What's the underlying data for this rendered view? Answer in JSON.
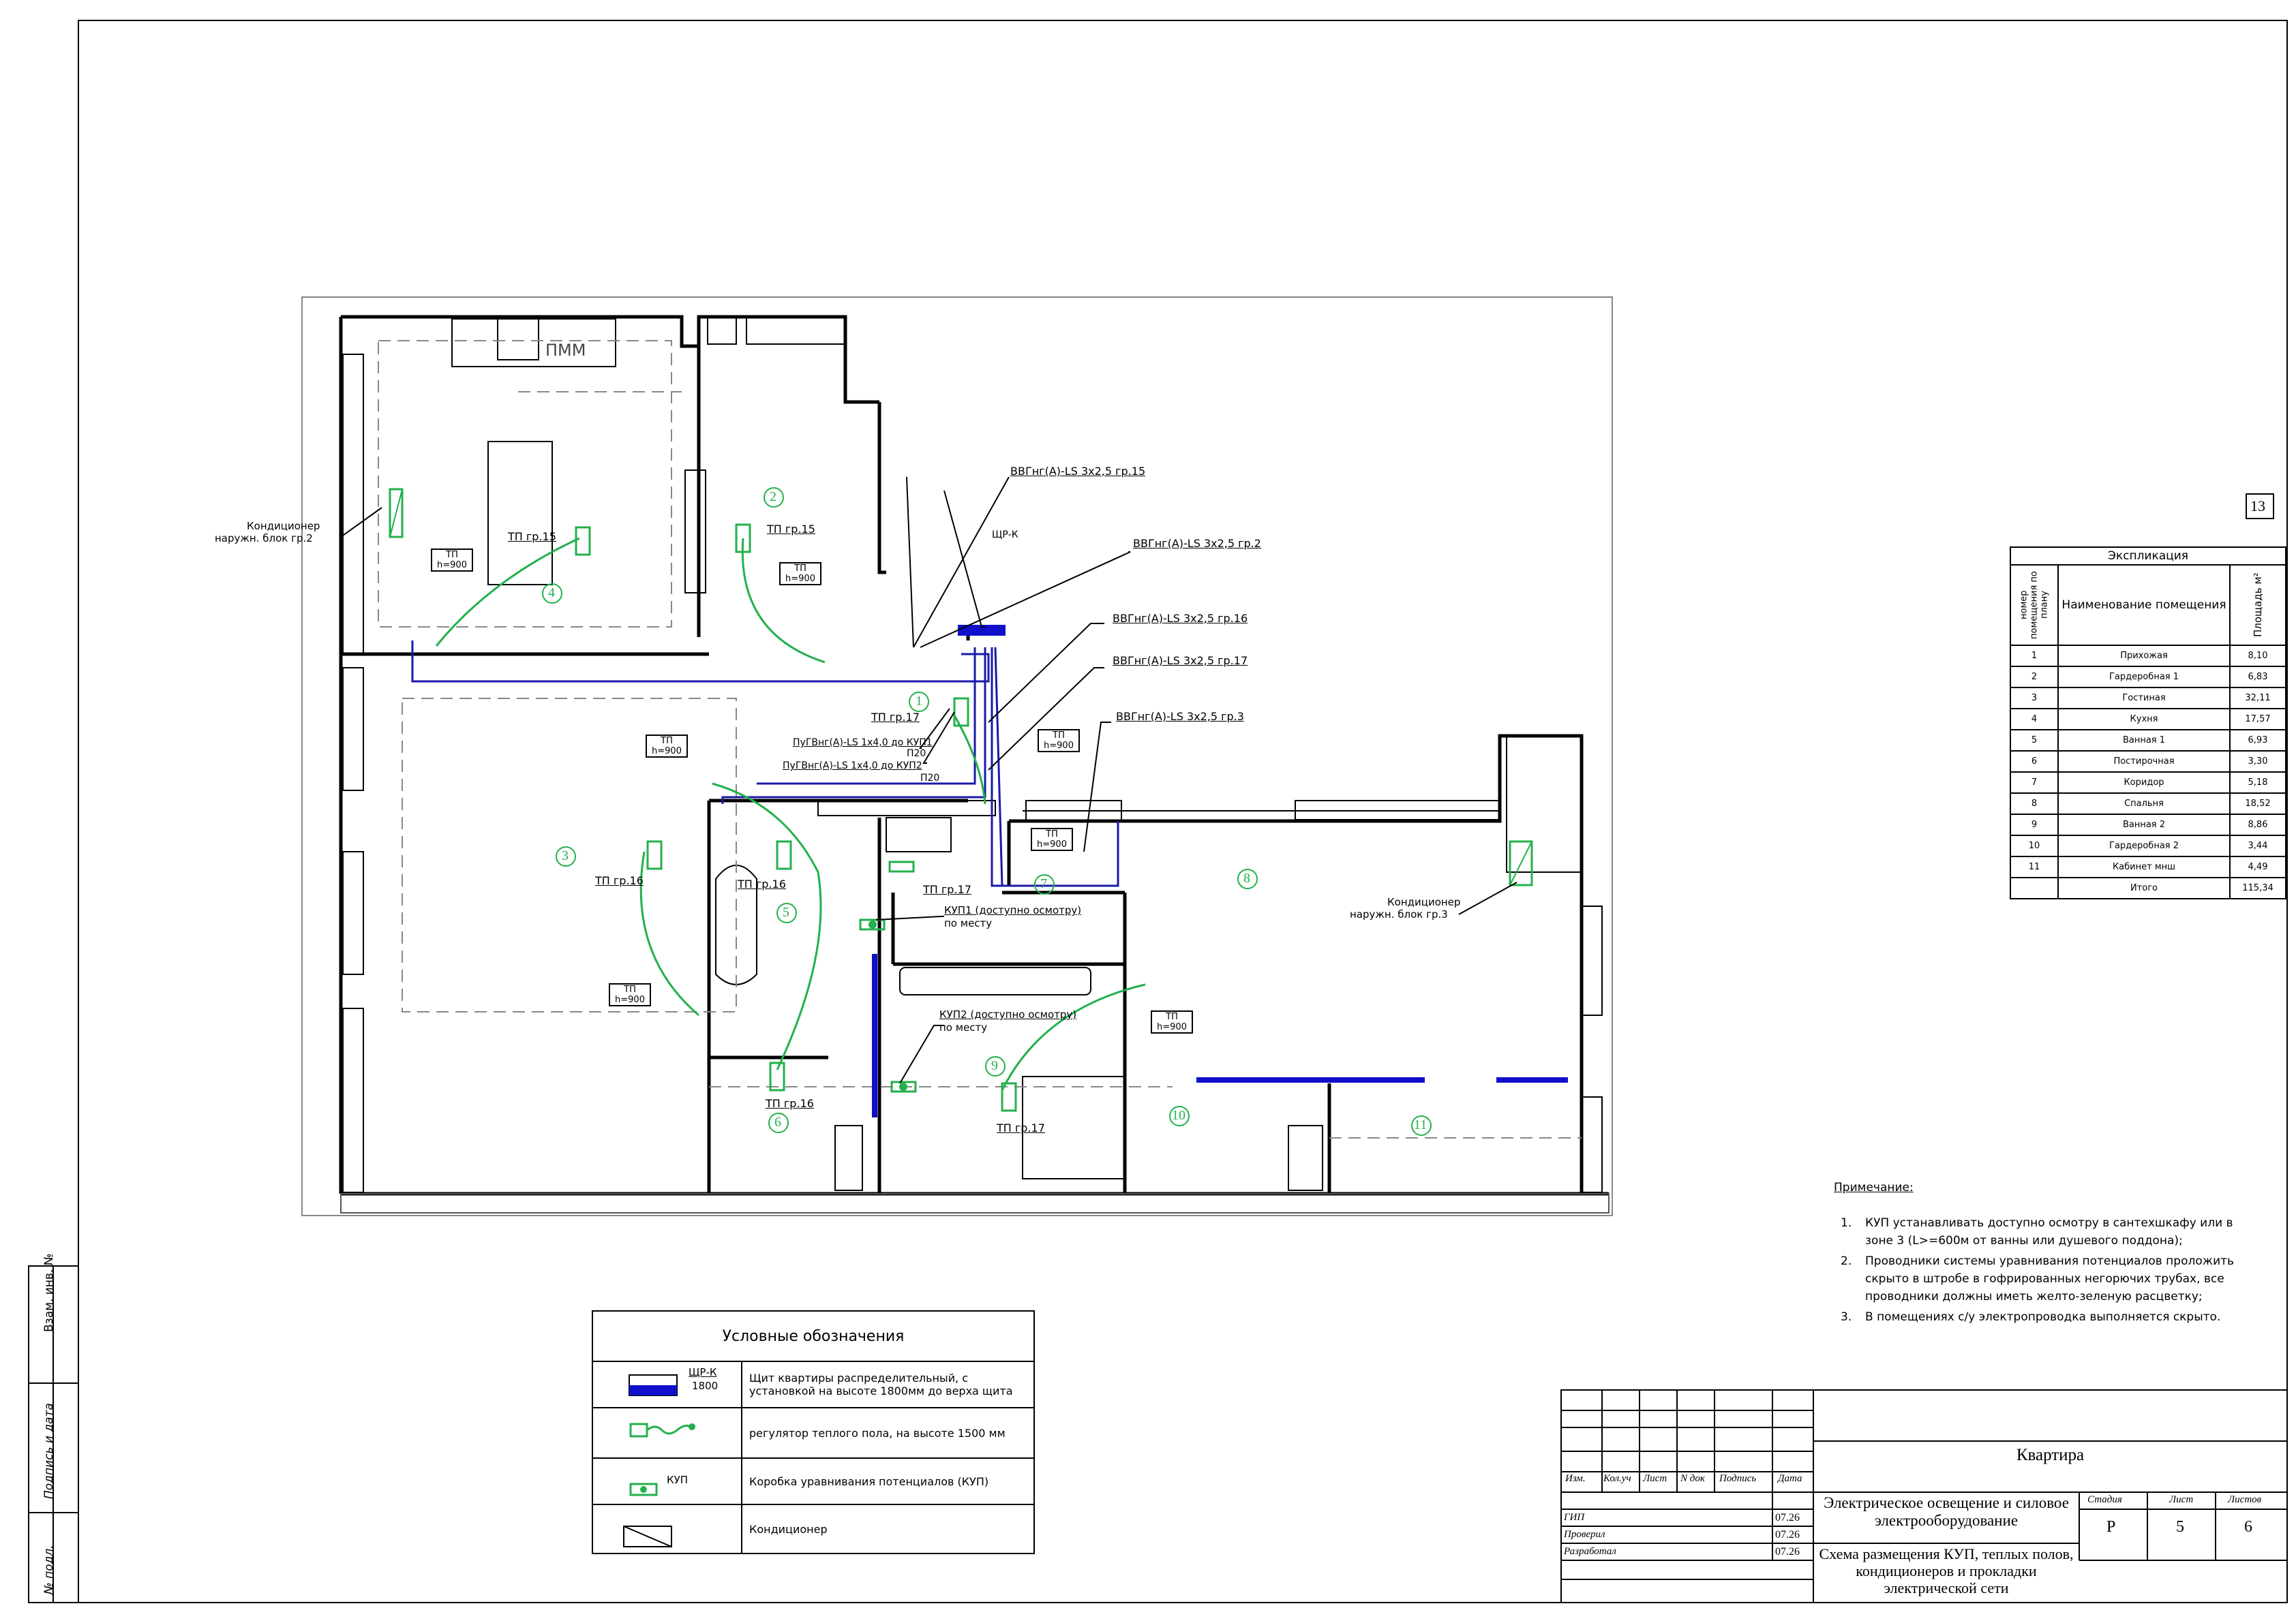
{
  "sheet_number": "13",
  "left_stamp": {
    "inv_no": "Взам. инв. №",
    "signature_date": "Подпись и дата",
    "orig_no": "№ подл."
  },
  "plan": {
    "room_numbers": [
      "1",
      "2",
      "3",
      "4",
      "5",
      "6",
      "7",
      "8",
      "9",
      "10",
      "11"
    ],
    "labels": {
      "pmm": "ПММ",
      "shr_k": "ЩР-К",
      "ac_left_1": "Кондиционер",
      "ac_left_2": "наружн. блок гр.2",
      "ac_right_1": "Кондиционер",
      "ac_right_2": "наружн. блок гр.3",
      "tp15_a": "ТП гр.15",
      "tp15_b": "ТП гр.15",
      "tp17_a": "ТП гр.17",
      "tp17_b": "ТП гр.17",
      "tp17_c": "ТП гр.17",
      "tp16_a": "ТП гр.16",
      "tp16_b": "ТП гр.16",
      "tp16_c": "ТП гр.16",
      "tp_h900": "ТП h=900",
      "kup1_1": "КУП1 (доступно осмотру)",
      "kup1_2": "по месту",
      "kup2_1": "КУП2 (доступно осмотру)",
      "kup2_2": "по месту",
      "cable15": "ВВГнг(А)-LS 3х2,5 гр.15",
      "cable2": "ВВГнг(А)-LS 3х2,5 гр.2",
      "cable16": "ВВГнг(А)-LS 3х2,5 гр.16",
      "cable17": "ВВГнг(А)-LS 3х2,5 гр.17",
      "cable3": "ВВГнг(А)-LS 3х2,5 гр.3",
      "pugv1": "ПуГВнг(А)-LS 1х4,0  до КУП1",
      "pugv1_p": "П20",
      "pugv2": "ПуГВнг(А)-LS 1х4,0  до КУП2",
      "pugv2_p": "П20"
    }
  },
  "explication": {
    "title": "Экспликация",
    "col1": "номер помещения по плану",
    "col2": "Наименование помещения",
    "col3": "Площадь м²",
    "rows": [
      {
        "n": "1",
        "name": "Прихожая",
        "area": "8,10"
      },
      {
        "n": "2",
        "name": "Гардеробная 1",
        "area": "6,83"
      },
      {
        "n": "3",
        "name": "Гостиная",
        "area": "32,11"
      },
      {
        "n": "4",
        "name": "Кухня",
        "area": "17,57"
      },
      {
        "n": "5",
        "name": "Ванная 1",
        "area": "6,93"
      },
      {
        "n": "6",
        "name": "Постирочная",
        "area": "3,30"
      },
      {
        "n": "7",
        "name": "Коридор",
        "area": "5,18"
      },
      {
        "n": "8",
        "name": "Спальня",
        "area": "18,52"
      },
      {
        "n": "9",
        "name": "Ванная 2",
        "area": "8,86"
      },
      {
        "n": "10",
        "name": "Гардеробная 2",
        "area": "3,44"
      },
      {
        "n": "11",
        "name": "Кабинет мнш",
        "area": "4,49"
      }
    ],
    "total_label": "Итого",
    "total": "115,34"
  },
  "notes": {
    "title": "Примечание:",
    "items": [
      {
        "n": "1.",
        "lines": [
          "КУП устанавливать доступно осмотру в сантехшкафу или в",
          "зоне 3 (L>=600м от ванны или душевого поддона);"
        ]
      },
      {
        "n": "2.",
        "lines": [
          "Проводники системы уравнивания потенциалов проложить",
          "скрыто в штробе в гофрированных негорючих трубах, все",
          "проводники должны иметь желто-зеленую расцветку;"
        ]
      },
      {
        "n": "3.",
        "lines": [
          "В помещениях с/у электропроводка выполняется скрыто."
        ]
      }
    ]
  },
  "legend": {
    "title": "Условные обозначения",
    "rows": [
      {
        "symbol_label": "ЩР-К",
        "symbol_sub": "1800",
        "text": "Щит квартиры распределительный, с установкой на высоте 1800мм до верха щита"
      },
      {
        "symbol_label": "",
        "symbol_sub": "",
        "text": "регулятор теплого пола, на высоте 1500 мм"
      },
      {
        "symbol_label": "КУП",
        "symbol_sub": "",
        "text": "Коробка уравнивания потенциалов (КУП)"
      },
      {
        "symbol_label": "",
        "symbol_sub": "",
        "text": "Кондиционер"
      }
    ]
  },
  "title_block": {
    "headers": [
      "Изм.",
      "Кол.уч",
      "Лист",
      "N док",
      "Подпись",
      "Дата"
    ],
    "roles": [
      {
        "role": "ГИП",
        "date": "07.26"
      },
      {
        "role": "Проверил",
        "date": "07.26"
      },
      {
        "role": "Разработал",
        "date": "07.26"
      }
    ],
    "object": "Квартира",
    "section": "Электрическое освещение и силовое электрооборудование",
    "sheet_title": "Схема размещения КУП, теплых полов, кондиционеров и прокладки электрической сети",
    "stage_h": "Стадия",
    "sheet_h": "Лист",
    "sheets_h": "Листов",
    "stage": "Р",
    "sheet": "5",
    "sheets": "6"
  },
  "colors": {
    "wall": "#000000",
    "cable": "#1a1aa8",
    "green": "#22b14c",
    "panel": "#1010cc",
    "furniture": "#606060"
  }
}
